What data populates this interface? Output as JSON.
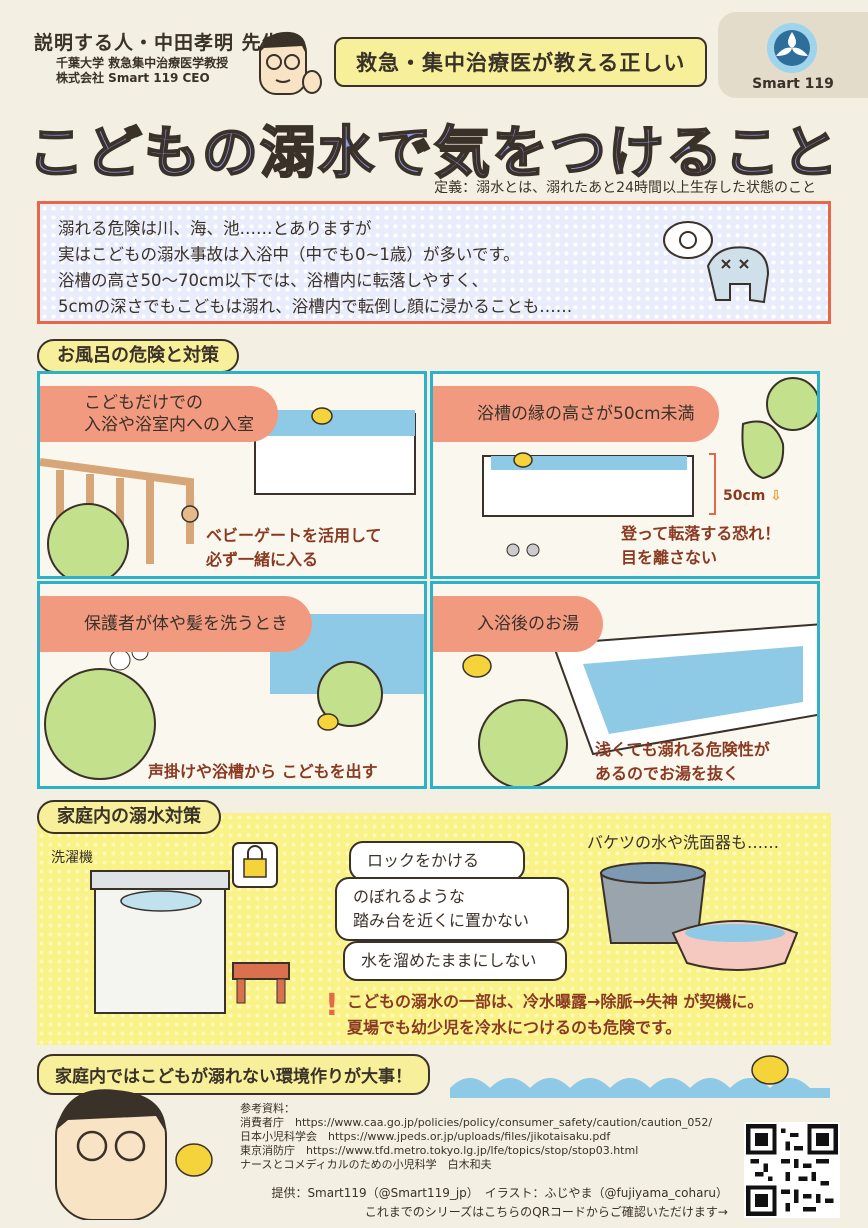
{
  "header": {
    "author_line1": "説明する人・中田孝明 先生",
    "author_line2": "千葉大学 救急集中治療医学教授",
    "author_line3": "株式会社 Smart 119 CEO",
    "subtitle": "救急・集中治療医が教える正しい",
    "logo_text": "Smart 119",
    "title": "こどもの溺水で気をつけること",
    "definition": "定義：溺水とは、溺れたあと24時間以上生存した状態のこと"
  },
  "intro": {
    "line1": "溺れる危険は川、海、池……とありますが",
    "line2": "実はこどもの溺水事故は入浴中（中でも0~1歳）が多いです。",
    "line3": "浴槽の高さ50～70cm以下では、浴槽内に転落しやすく、",
    "line4": "5cmの深さでもこどもは溺れ、浴槽内で転倒し顔に浸かることも……"
  },
  "bath_section": {
    "label": "お風呂の危険と対策",
    "panels": [
      {
        "tag_line1": "こどもだけでの",
        "tag_line2": "入浴や浴室内への入室",
        "msg_line1": "ベビーゲートを活用して",
        "msg_line2": "必ず一緒に入る"
      },
      {
        "tag_line1": "浴槽の縁の高さが50cm未満",
        "tag_line2": "",
        "measure": "50cm",
        "msg_line1": "登って転落する恐れ！",
        "msg_line2": "目を離さない"
      },
      {
        "tag_line1": "保護者が体や髪を洗うとき",
        "tag_line2": "",
        "msg_line1": "声掛けや浴槽から こどもを出す",
        "msg_line2": ""
      },
      {
        "tag_line1": "入浴後のお湯",
        "tag_line2": "",
        "msg_line1": "浅くても溺れる危険性が",
        "msg_line2": "あるのでお湯を抜く"
      }
    ]
  },
  "home_section": {
    "label": "家庭内の溺水対策",
    "washer_label": "洗濯機",
    "bucket_label": "バケツの水や洗面器も……",
    "bubble1": "ロックをかける",
    "bubble2_line1": "のぼれるような",
    "bubble2_line2": "踏み台を近くに置かない",
    "bubble3": "水を溜めたままにしない",
    "warning_line1": "こどもの溺水の一部は、冷水曝露→除脈→失神 が契機に。",
    "warning_line2": "夏場でも幼少児を冷水につけるのも危険です。"
  },
  "footer": {
    "message": "家庭内ではこどもが溺れない環境作りが大事！",
    "refs_title": "参考資料：",
    "ref1": "消費者庁　https://www.caa.go.jp/policies/policy/consumer_safety/caution/caution_052/",
    "ref2": "日本小児科学会　https://www.jpeds.or.jp/uploads/files/jikotaisaku.pdf",
    "ref3": "東京消防庁　https://www.tfd.metro.tokyo.lg.jp/lfe/topics/stop/stop03.html",
    "ref4": "ナースとコメディカルのための小児科学　白木和夫",
    "credit": "提供：Smart119（@Smart119_jp）　イラスト：ふじやま（@fujiyama_coharu）",
    "qr_note": "これまでのシリーズはこちらのQRコードからご確認いただけます→"
  },
  "colors": {
    "title": "#8e9cf2",
    "accent": "#e6674a",
    "panel_border": "#2cb1c8",
    "tag": "#f29a80",
    "highlight": "#f7ef9a"
  }
}
